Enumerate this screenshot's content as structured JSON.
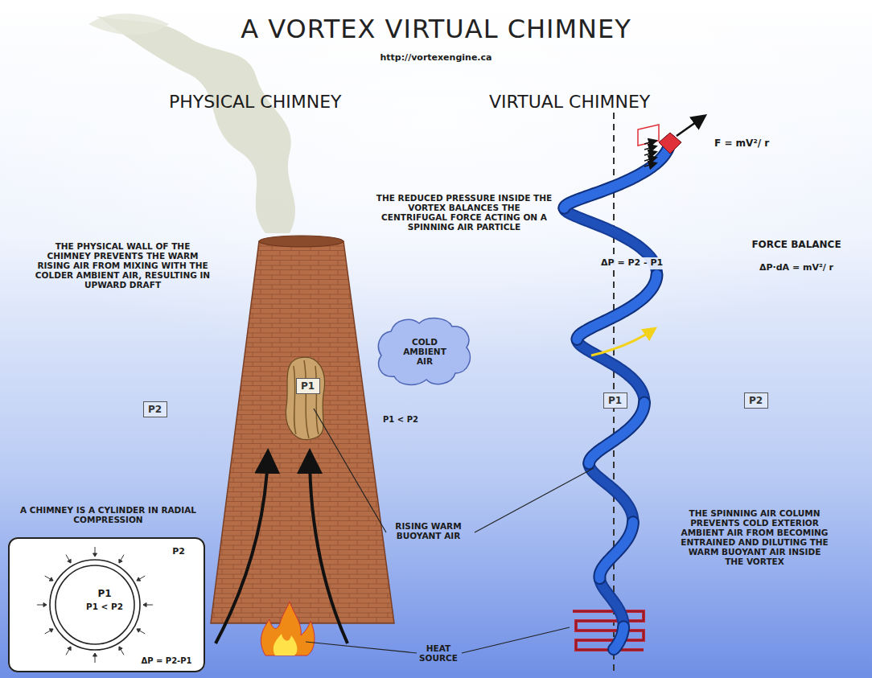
{
  "diagram": {
    "title": "A VORTEX VIRTUAL CHIMNEY",
    "nodes": [
      {
        "text": [
          "P2"
        ]
      },
      {
        "text": [
          "P1"
        ]
      },
      {
        "text": [
          "COLD AMBIENT AIR"
        ]
      },
      {
        "text": [
          "P1"
        ]
      },
      {
        "text": [
          "P2"
        ]
      },
      {
        "text": [
          "A CHIMNEY IS A CYLINDER IN RADIAL COMPRESSION",
          "P2",
          "P1",
          "P1 < P2",
          "ΔP = P2-P1"
        ]
      }
    ],
    "labels": [
      "http://vortexengine.ca",
      "PHYSICAL CHIMNEY",
      "VIRTUAL CHIMNEY",
      "THE PHYSICAL WALL OF THE CHIMNEY PREVENTS THE WARM RISING AIR FROM MIXING WITH THE COLDER AMBIENT AIR, RESULTING IN UPWARD DRAFT",
      "THE REDUCED PRESSURE INSIDE THE VORTEX BALANCES THE CENTRIFUGAL FORCE ACTING ON A SPINNING AIR PARTICLE",
      "F = mV²/ r",
      "ΔP = P2 - P1",
      "FORCE BALANCE",
      "ΔP·dA = mV²/ r",
      "P1 < P2",
      "RISING WARM BUOYANT AIR",
      "THE SPINNING AIR COLUMN PREVENTS COLD EXTERIOR AMBIENT AIR FROM BECOMING ENTRAINED AND DILUTING THE WARM BUOYANT AIR INSIDE THE VORTEX",
      "HEAT SOURCE"
    ]
  }
}
